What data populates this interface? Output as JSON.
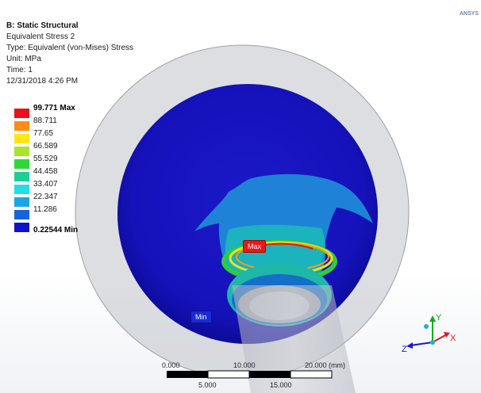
{
  "header": {
    "title": "B: Static Structural",
    "result_name": "Equivalent Stress 2",
    "result_type": "Type: Equivalent (von-Mises) Stress",
    "unit": "Unit: MPa",
    "time": "Time: 1",
    "timestamp": "12/31/2018 4:26 PM"
  },
  "logo": "ANSYS",
  "legend": {
    "entries": [
      {
        "label": "99.771 Max",
        "color": "#e8121a"
      },
      {
        "label": "88.711",
        "color": "#ff8c10"
      },
      {
        "label": "77.65",
        "color": "#ffe614"
      },
      {
        "label": "66.589",
        "color": "#a8e628"
      },
      {
        "label": "55.529",
        "color": "#2ed83a"
      },
      {
        "label": "44.458",
        "color": "#1ccf95"
      },
      {
        "label": "33.407",
        "color": "#1ee0e6"
      },
      {
        "label": "22.347",
        "color": "#1aa5e8"
      },
      {
        "label": "11.286",
        "color": "#1464e0"
      },
      {
        "label": "0.22544 Min",
        "color": "#1212c8"
      }
    ]
  },
  "probes": {
    "max_label": "Max",
    "min_label": "Min"
  },
  "scale_bar": {
    "upper": [
      "0.000",
      "10.000",
      "20.000 (mm)"
    ],
    "lower": [
      "5.000",
      "15.000"
    ]
  },
  "triad": {
    "x": "X",
    "y": "Y",
    "z": "Z"
  }
}
